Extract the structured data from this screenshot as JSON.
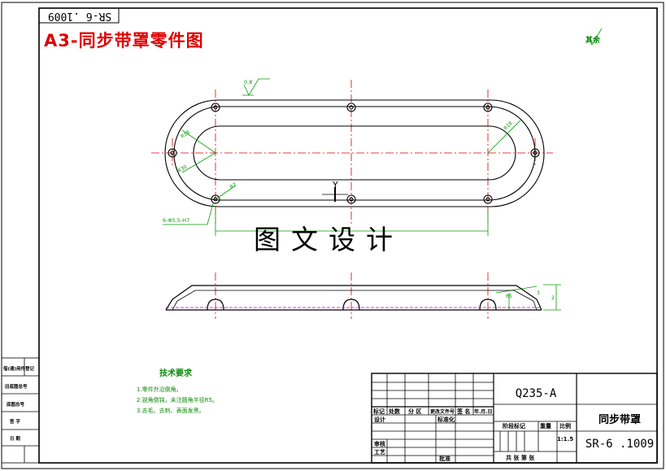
{
  "title": "A3-同步带罩零件图",
  "top_code": "SR-6 .1009",
  "watermark": "图文设计",
  "roughness_note": "其余",
  "view_label": "Y",
  "dimensions": {
    "hole_callout": "6-Φ5.5-H7",
    "surface_mark": "0.8",
    "r_left": "R18",
    "r_left2": "R30",
    "r_right": "R18",
    "r_hole": "R7",
    "side_dim": "R5",
    "side_h1": "3",
    "side_h2": "2"
  },
  "tech_requirements": {
    "title": "技术要求",
    "items": [
      "1.零件外沿倒角。",
      "2.锐角倒钝，未注圆角半径R5。",
      "3.去毛、去刺、表面发黑。"
    ]
  },
  "title_block": {
    "material": "Q235-A",
    "part_name": "同步带罩",
    "drawing_no": "SR-6 .1009",
    "scale": "1:1.5",
    "headers_row": [
      "标记",
      "处数",
      "分 区",
      "更改文件号",
      "签 名",
      "年.月.日"
    ],
    "design_row": [
      "设计",
      "标准化"
    ],
    "review": [
      "审核",
      "批准"
    ],
    "process": "工艺",
    "stage_headers": [
      "阶段标记",
      "重量",
      "比例"
    ],
    "sheets": "共  张  第  张"
  },
  "left_strip": [
    "借(通)用件登记",
    "旧底图总号",
    "底图总号",
    "签  字",
    "日  期"
  ]
}
